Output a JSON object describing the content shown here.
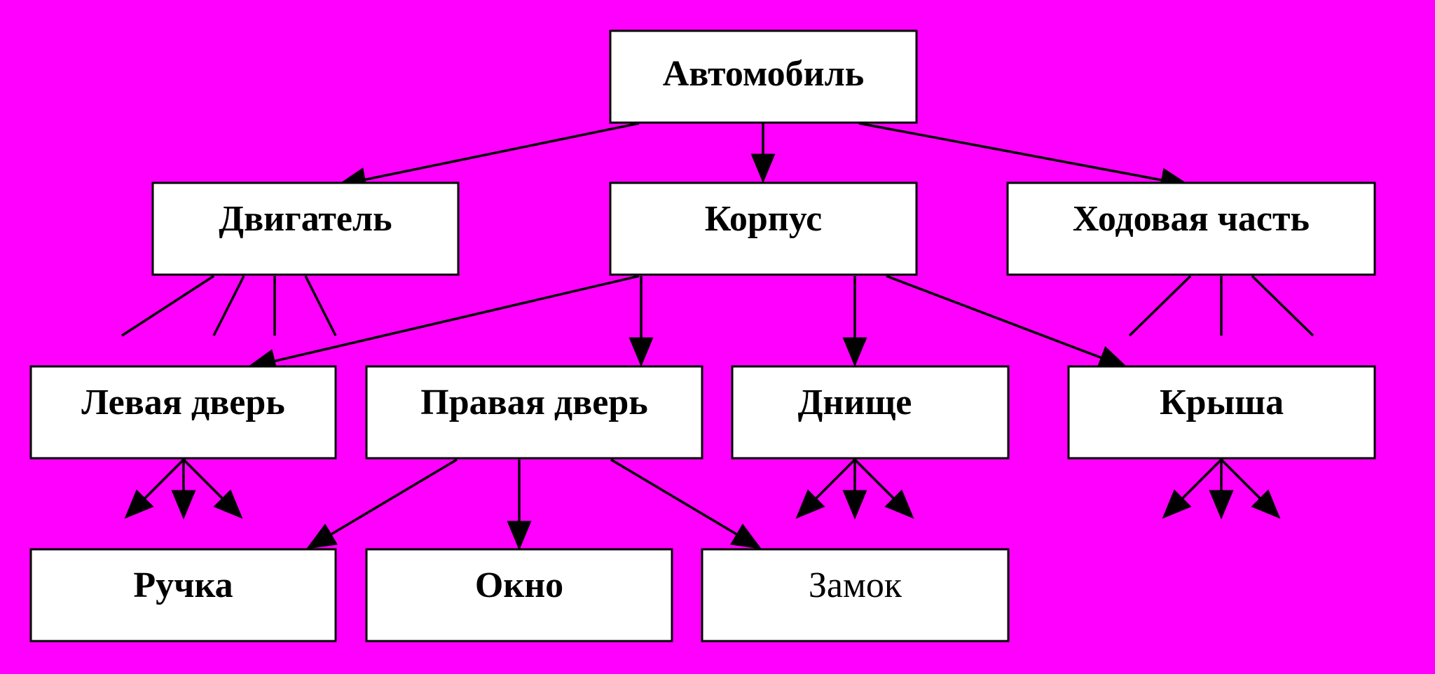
{
  "background_color": "#ff00ff",
  "box_fill": "#ffffff",
  "line_color": "#000000",
  "nodes": {
    "avtomobil": {
      "label": "Автомобиль",
      "bold": true
    },
    "dvigatel": {
      "label": "Двигатель",
      "bold": true
    },
    "korpus": {
      "label": "Корпус",
      "bold": true
    },
    "khodovaya": {
      "label": "Ходовая часть",
      "bold": true
    },
    "levaya_dver": {
      "label": "Левая дверь",
      "bold": true
    },
    "pravaya_dver": {
      "label": "Правая дверь",
      "bold": true
    },
    "dnishche": {
      "label": "Днище",
      "bold": true
    },
    "krysha": {
      "label": "Крыша",
      "bold": true
    },
    "ruchka": {
      "label": "Ручка",
      "bold": true
    },
    "okno": {
      "label": "Окно",
      "bold": true
    },
    "zamok": {
      "label": "Замок",
      "bold": false
    }
  },
  "edges": [
    {
      "from": "avtomobil",
      "to": "dvigatel"
    },
    {
      "from": "avtomobil",
      "to": "korpus"
    },
    {
      "from": "avtomobil",
      "to": "khodovaya"
    },
    {
      "from": "korpus",
      "to": "levaya_dver"
    },
    {
      "from": "korpus",
      "to": "pravaya_dver"
    },
    {
      "from": "korpus",
      "to": "dnishche"
    },
    {
      "from": "korpus",
      "to": "krysha"
    },
    {
      "from": "pravaya_dver",
      "to": "ruchka"
    },
    {
      "from": "pravaya_dver",
      "to": "okno"
    },
    {
      "from": "pravaya_dver",
      "to": "zamok"
    }
  ]
}
